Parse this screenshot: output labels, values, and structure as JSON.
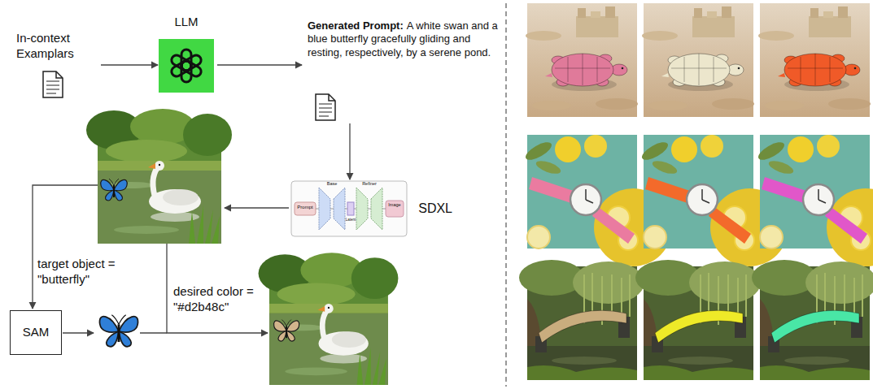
{
  "diagram": {
    "nodes": [
      {
        "text": [
          "In-context Examplars"
        ]
      },
      {
        "text": [
          "LLM"
        ]
      },
      {
        "text": [
          "Generated Prompt:",
          "A white swan and a blue butterfly gracefully gliding and resting, respectively, by a serene pond."
        ]
      },
      {
        "text": [
          "SDXL"
        ]
      },
      {
        "text": [
          "SAM"
        ]
      }
    ],
    "edges": [
      {
        "from": 0,
        "to": 1,
        "arrow": "to"
      },
      {
        "from": 1,
        "to": 2,
        "arrow": "to"
      },
      {
        "from": 2,
        "to": 3,
        "arrow": "to"
      }
    ],
    "labels": [
      "Prompt",
      "Base",
      "Latent",
      "Refiner",
      "Image",
      "target object = \"butterfly\"",
      "desired color = \"#d2b48c\""
    ]
  }
}
